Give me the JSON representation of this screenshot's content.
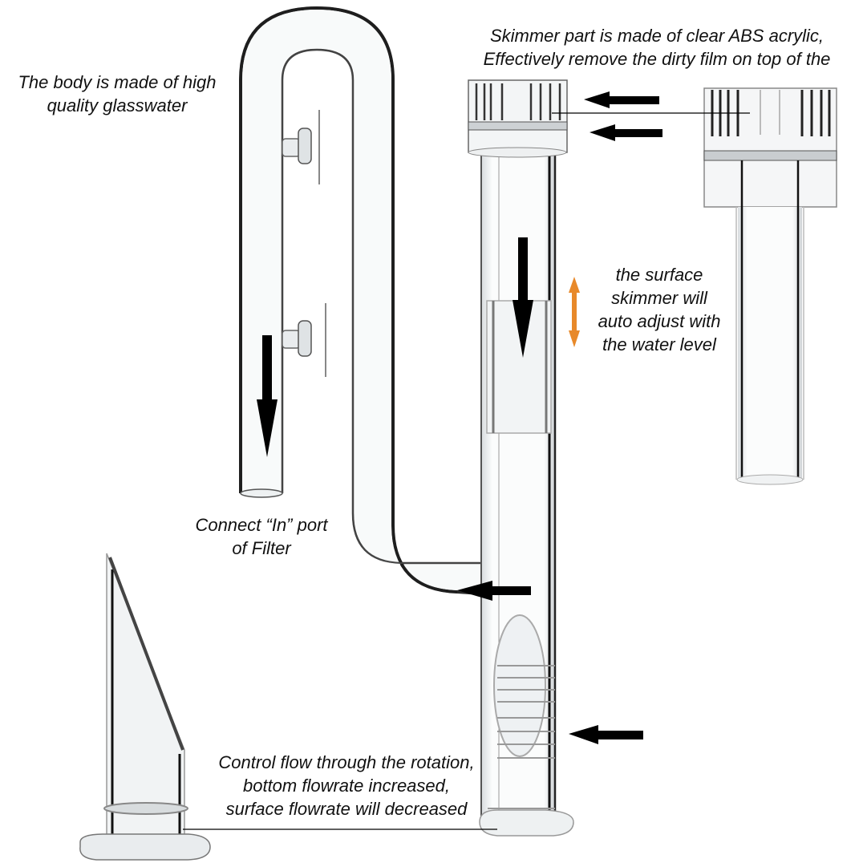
{
  "title": "Glass surface skimmer lily pipe product diagram",
  "annotations": {
    "body": {
      "lines": [
        "The body is made of high",
        "quality glasswater"
      ]
    },
    "skimmer": {
      "lines": [
        "Skimmer part is made of clear ABS acrylic,",
        "Effectively remove the dirty film on top of the"
      ]
    },
    "surface": {
      "lines": [
        "the surface",
        "skimmer will",
        "auto adjust with",
        "the water level"
      ]
    },
    "connect": {
      "lines": [
        "Connect “In” port",
        "of Filter"
      ]
    },
    "control": {
      "lines": [
        "Control flow through the rotation,",
        "bottom flowrate increased,",
        "surface flowrate will decreased"
      ]
    }
  },
  "components": [
    {
      "name": "glass-u-pipe",
      "description": "glass outflow pipe body"
    },
    {
      "name": "skimmer-head",
      "description": "clear ABS acrylic skimmer head"
    },
    {
      "name": "skimmer-detail",
      "description": "detached skimmer part"
    },
    {
      "name": "rotating-inlet",
      "description": "slotted rotating bottom inlet"
    },
    {
      "name": "angled-nozzle",
      "description": "angled cut nozzle with flange"
    }
  ],
  "colors": {
    "arrow": "#000000",
    "adjust_arrow": "#e8892a",
    "text": "#111111",
    "glass_edge": "#2a2a2a",
    "glass_fill": "#f4f6f7"
  }
}
